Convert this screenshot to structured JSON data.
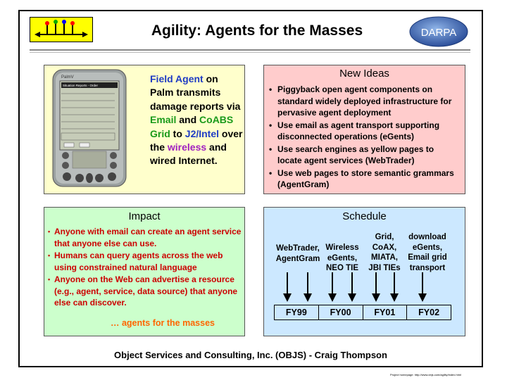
{
  "header": {
    "title": "Agility:  Agents for the Masses",
    "darpa_logo": "DARPA"
  },
  "field_agent": {
    "device_brand": "PalmV",
    "device_screen_title": "Situation Reports - Order",
    "t1": "Field Agent",
    "t2": " on Palm transmits damage reports via ",
    "t3": "Email",
    "t4": " and ",
    "t5": "CoABS Grid",
    "t6": " to ",
    "t7": "J2/Intel",
    "t8": " over the ",
    "t9": "wireless",
    "t10": " and wired Internet."
  },
  "new_ideas": {
    "title": "New Ideas",
    "items": [
      "Piggyback open agent components on standard widely deployed infrastructure for pervasive agent deployment",
      "Use email as agent transport supporting disconnected operations (eGents)",
      "Use search engines as yellow pages to locate agent services (WebTrader)",
      "Use web pages to store semantic grammars (AgentGram)"
    ]
  },
  "impact": {
    "title": "Impact",
    "items": [
      "Anyone with email can create an agent service that anyone else can use.",
      "Humans can query agents across the web using constrained natural language",
      "Anyone on the Web can advertise a resource (e.g., agent, service, data source) that anyone else can discover."
    ],
    "tagline": "… agents for the masses"
  },
  "schedule": {
    "title": "Schedule",
    "columns": [
      {
        "label_lines": [
          "WebTrader,",
          "AgentGram"
        ],
        "year": "FY99"
      },
      {
        "label_lines": [
          "Wireless",
          "eGents,",
          "NEO TIE"
        ],
        "year": "FY00"
      },
      {
        "label_lines": [
          "Grid,",
          "CoAX,",
          "MIATA,",
          "JBI TIEs"
        ],
        "year": "FY01"
      },
      {
        "label_lines": [
          "download",
          "eGents,",
          "Email grid",
          "transport"
        ],
        "year": "FY02"
      }
    ]
  },
  "footer": {
    "credit": "Object Services and Consulting, Inc. (OBJS) - Craig Thompson",
    "url": "Project homepage: http://www.objs.com/agility/index.html"
  },
  "colors": {
    "field_panel": "#ffffcc",
    "ideas_panel": "#ffcccc",
    "impact_panel": "#ccffcc",
    "schedule_panel": "#cce8ff",
    "impact_text": "#cc0000",
    "tagline": "#ff6600",
    "link_blue": "#1f3cc4",
    "link_green": "#1a9a1a",
    "link_purple": "#a020c0"
  }
}
